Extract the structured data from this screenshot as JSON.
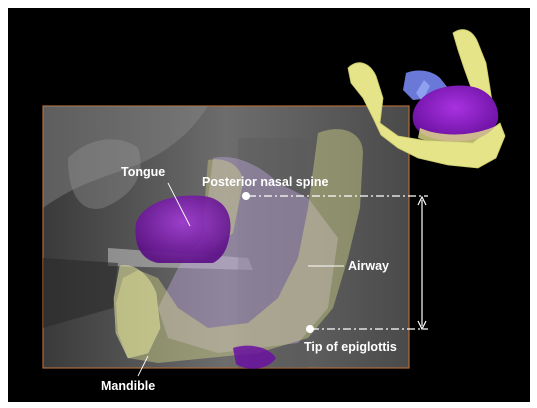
{
  "labels": {
    "tongue": "Tongue",
    "posterior_nasal_spine": "Posterior nasal spine",
    "airway": "Airway",
    "tip_of_epiglottis": "Tip of epiglottis",
    "mandible": "Mandible"
  },
  "colors": {
    "background": "#000000",
    "ct_frame": "#b06b3a",
    "tongue": "#7a1fa8",
    "mandible": "#e6e489",
    "airway_overlay": "#b7a3d6",
    "airway_channel": "#6a78d8",
    "reference_lines": "#ffffff"
  },
  "icons": [
    "ct-sagittal-slice",
    "tongue-volume",
    "mandible-volume",
    "airway-volume",
    "3d-mandible-inset",
    "measurement-arrow"
  ]
}
